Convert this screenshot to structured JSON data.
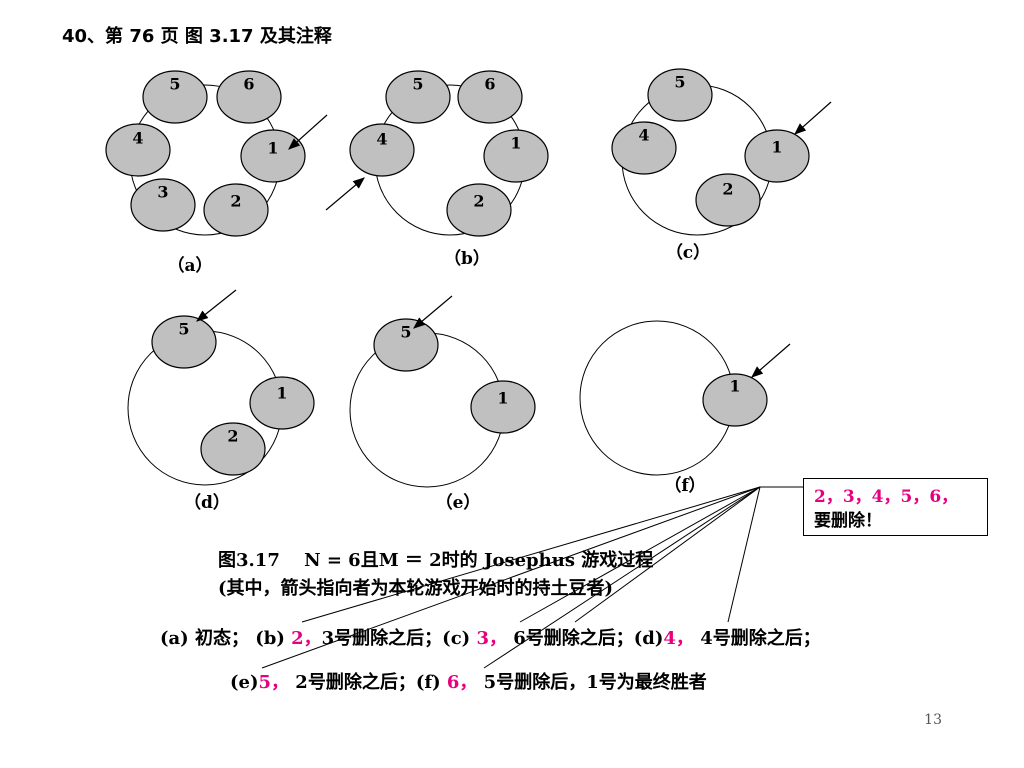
{
  "heading": "40、第 76 页 图 3.17 及其注释",
  "colors": {
    "node_fill": "#c0c0c0",
    "highlight": "#e6007e"
  },
  "panels": [
    {
      "label": "（a）",
      "nodes": [
        "5",
        "6",
        "1",
        "2",
        "3",
        "4"
      ]
    },
    {
      "label": "（b）",
      "nodes": [
        "5",
        "6",
        "1",
        "2",
        "4"
      ]
    },
    {
      "label": "（c）",
      "nodes": [
        "5",
        "1",
        "2",
        "4"
      ]
    },
    {
      "label": "（d）",
      "nodes": [
        "5",
        "1",
        "2"
      ]
    },
    {
      "label": "（e）",
      "nodes": [
        "5",
        "1"
      ]
    },
    {
      "label": "（f）",
      "nodes": [
        "1"
      ]
    }
  ],
  "callout": {
    "numbers": "2，3，4，5，6，",
    "text": "要删除！"
  },
  "caption": {
    "title": "图3.17　 N = 6且M ＝ 2时的 Josephus 游戏过程",
    "subtitle": "(其中，箭头指向者为本轮游戏开始时的持土豆者)",
    "line1": [
      {
        "t": "(a) 初态；  (b) ",
        "pink": false
      },
      {
        "t": "2，",
        "pink": true
      },
      {
        "t": "3号删除之后；(c) ",
        "pink": false
      },
      {
        "t": "3，",
        "pink": true
      },
      {
        "t": " 6号删除之后；(d)",
        "pink": false
      },
      {
        "t": "4，",
        "pink": true
      },
      {
        "t": "   4号删除之后；",
        "pink": false
      }
    ],
    "line2": [
      {
        "t": "(e)",
        "pink": false
      },
      {
        "t": "5，",
        "pink": true
      },
      {
        "t": "  2号删除之后；(f) ",
        "pink": false
      },
      {
        "t": "6，",
        "pink": true
      },
      {
        "t": " 5号删除后，1号为最终胜者",
        "pink": false
      }
    ]
  },
  "page_number": "13"
}
